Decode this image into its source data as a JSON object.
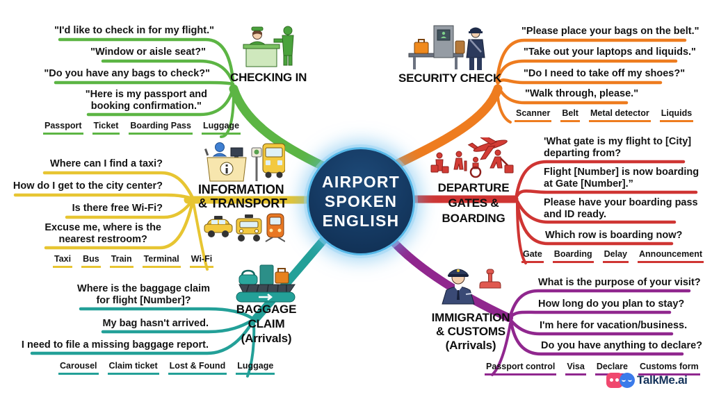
{
  "center": {
    "title_lines": [
      "AIRPORT",
      "SPOKEN",
      "ENGLISH"
    ]
  },
  "colors": {
    "checking_in": "#5cb544",
    "security_check": "#ee7c1f",
    "information_transport": "#e7c532",
    "departure_gates_boarding": "#cf3533",
    "baggage_claim": "#23a098",
    "immigration_customs": "#90278e",
    "center_fill": "#163c66",
    "center_ring": "#55b7e8"
  },
  "branches": [
    {
      "id": "checking-in",
      "label_lines": [
        "CHECKING IN"
      ],
      "icon": "check-in-desk-icon",
      "phrases": [
        "\"I'd like to check in for my flight.\"",
        "\"Window or aisle seat?\"",
        "\"Do you have any bags to check?\"",
        "\"Here is my passport and\nbooking confirmation.\""
      ],
      "tags": [
        "Passport",
        "Ticket",
        "Boarding Pass",
        "Luggage"
      ]
    },
    {
      "id": "security-check",
      "label_lines": [
        "SECURITY CHECK"
      ],
      "icon": "security-scanner-icon",
      "phrases": [
        "\"Please place your bags on the belt.\"",
        "\"Take out your laptops and liquids.\"",
        "\"Do I need to take off my shoes?\"",
        "\"Walk through, please.\""
      ],
      "tags": [
        "Scanner",
        "Belt",
        "Metal detector",
        "Liquids"
      ]
    },
    {
      "id": "information-transport",
      "label_lines": [
        "INFORMATION",
        "& TRANSPORT"
      ],
      "icon": "information-desk-icon",
      "phrases": [
        "Where can I find a taxi?",
        "How do I get to the city center?",
        "Is there free Wi-Fi?",
        "Excuse me, where is the\nnearest restroom?"
      ],
      "tags": [
        "Taxi",
        "Bus",
        "Train",
        "Terminal",
        "Wi-Fi"
      ]
    },
    {
      "id": "departure-gates-boarding",
      "label_lines": [
        "DEPARTURE",
        "GATES &",
        "BOARDING"
      ],
      "icon": "departure-gate-icon",
      "phrases": [
        "'What gate is my flight to [City]\ndeparting from?",
        "Flight [Number] is now boarding\nat Gate [Number].”",
        "Please have your boarding pass\nand ID ready.",
        "Which row is boarding now?"
      ],
      "tags": [
        "Gate",
        "Boarding",
        "Delay",
        "Announcement"
      ]
    },
    {
      "id": "baggage-claim",
      "label_lines": [
        "BAGGAGE",
        "CLAIM",
        "(Arrivals)"
      ],
      "icon": "baggage-carousel-icon",
      "phrases": [
        "Where is the baggage claim\nfor flight [Number]?",
        "My bag hasn't arrived.",
        "I need to file a missing baggage report."
      ],
      "tags": [
        "Carousel",
        "Claim ticket",
        "Lost & Found",
        "Luggage"
      ]
    },
    {
      "id": "immigration-customs",
      "label_lines": [
        "IMMIGRATION",
        "& CUSTOMS",
        "(Arrivals)"
      ],
      "icon": "immigration-officer-icon",
      "phrases": [
        "What is the purpose of your visit?",
        "How long do you plan to stay?",
        "I'm here for vacation/business.",
        "Do you have anything to declare?"
      ],
      "tags": [
        "Passport control",
        "Visa",
        "Declare",
        "Customs form"
      ]
    }
  ],
  "brand": {
    "name": "TalkMe.ai"
  }
}
